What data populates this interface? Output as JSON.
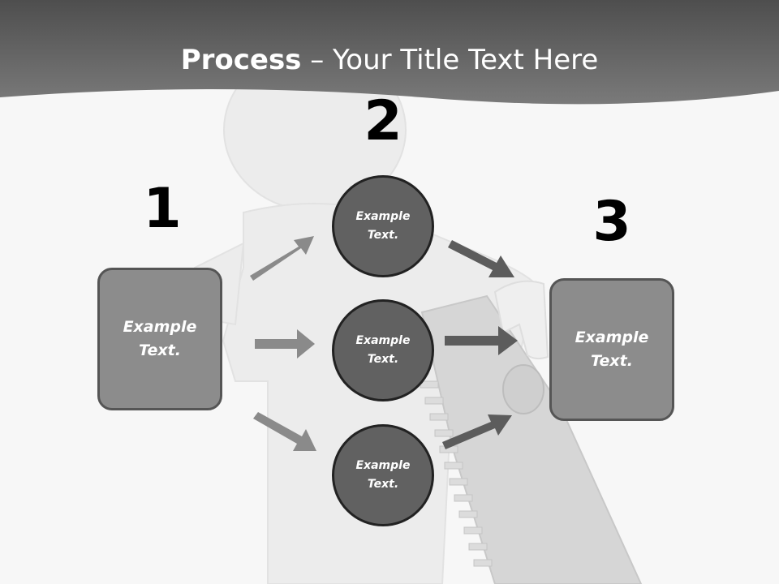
{
  "title": {
    "bold": "Process",
    "rest": " – Your Title Text Here"
  },
  "steps": {
    "one": "1",
    "two": "2",
    "three": "3"
  },
  "left_box": {
    "line1": "Example",
    "line2": "Text."
  },
  "right_box": {
    "line1": "Example",
    "line2": "Text."
  },
  "circles": [
    {
      "line1": "Example",
      "line2": "Text."
    },
    {
      "line1": "Example",
      "line2": "Text."
    },
    {
      "line1": "Example",
      "line2": "Text."
    }
  ],
  "colors": {
    "header": "#5a5a5a",
    "box_fill": "#8c8c8c",
    "circle_fill": "#616161",
    "arrow_left": "#8a8a8a",
    "arrow_right": "#5c5c5c"
  }
}
